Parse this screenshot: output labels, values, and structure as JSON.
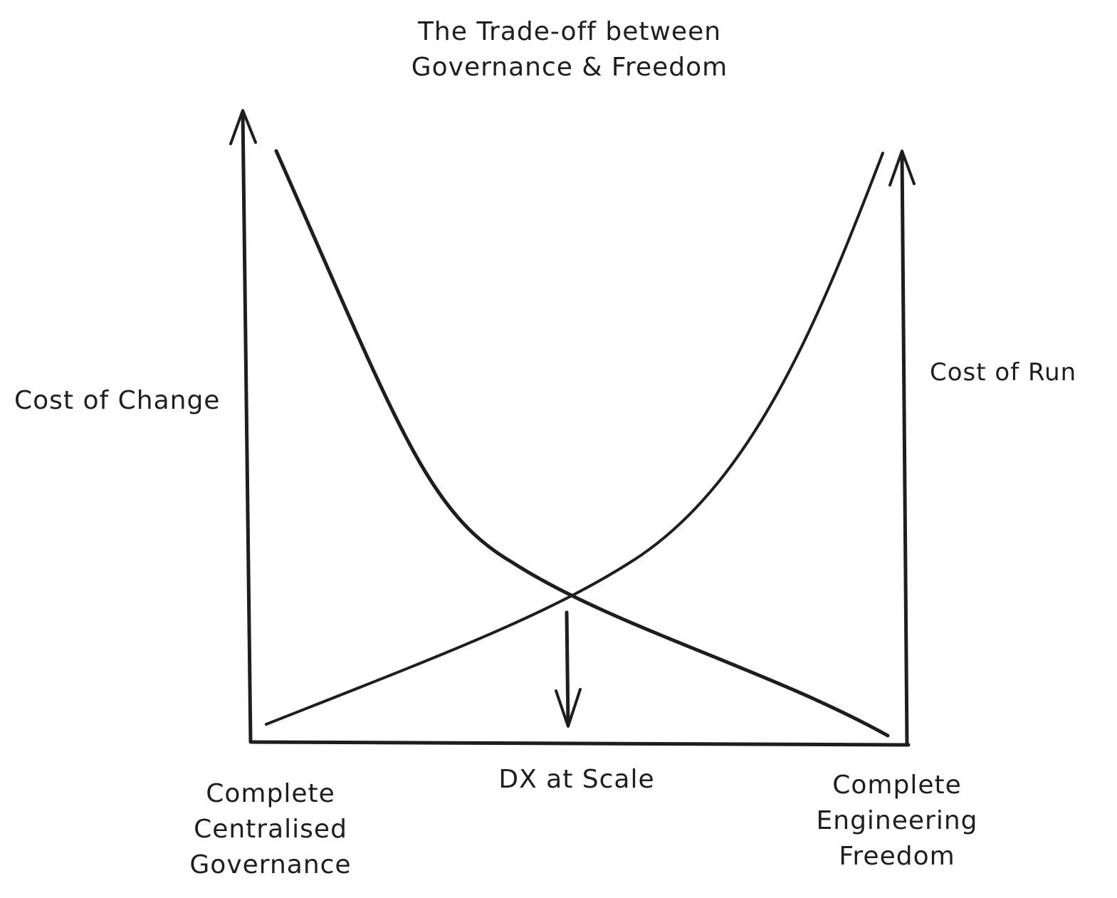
{
  "title_line1": "The Trade-off between",
  "title_line2": "Governance & Freedom",
  "left_axis_label": "Cost of Change",
  "right_axis_label": "Cost of Run",
  "marker_label": "DX at Scale",
  "left_end_label": [
    "Complete",
    "Centralised",
    "Governance"
  ],
  "right_end_label": [
    "Complete",
    "Engineering",
    "Freedom"
  ],
  "ink_color": "#1e1e1e"
}
